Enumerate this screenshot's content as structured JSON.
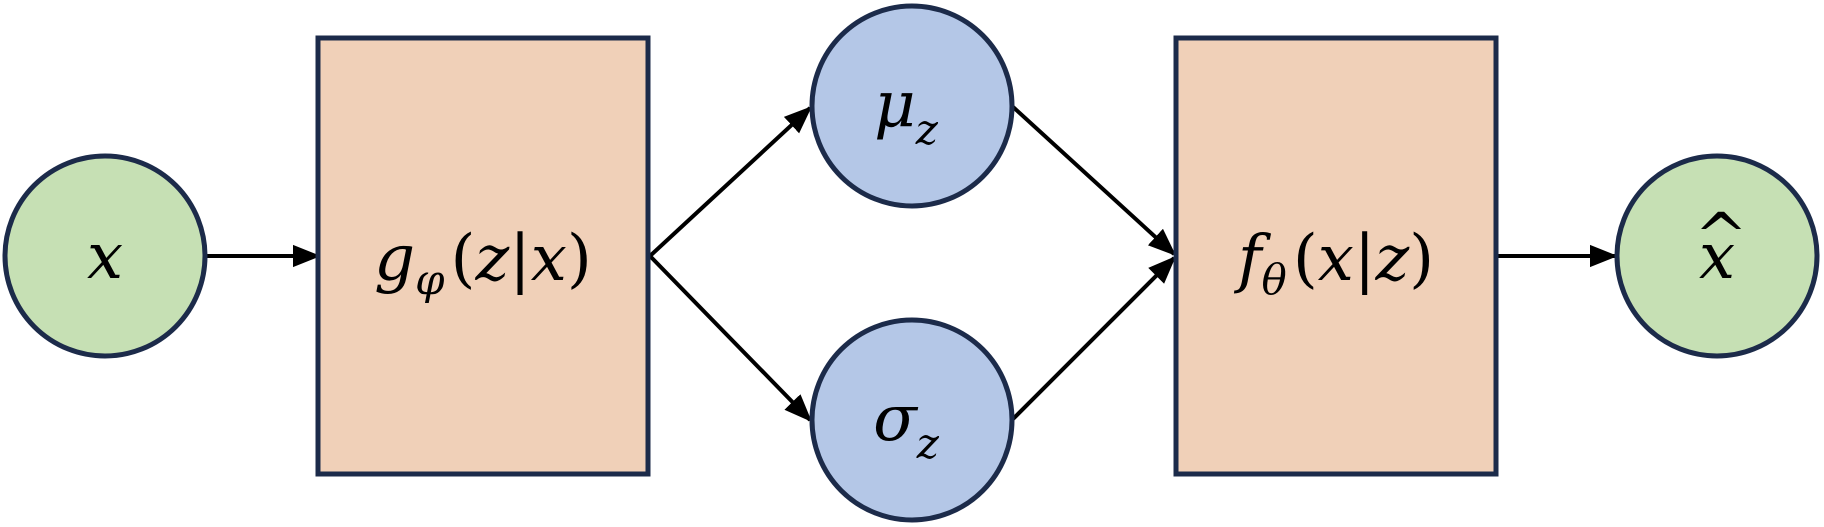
{
  "diagram": {
    "input": {
      "symbol": "x"
    },
    "encoder": {
      "func": "g",
      "param": "φ",
      "open": "(",
      "var": "z",
      "sep": "|",
      "cond": "x",
      "close": ")"
    },
    "mean": {
      "symbol": "μ",
      "sub": "z"
    },
    "std": {
      "symbol": "σ",
      "sub": "z"
    },
    "decoder": {
      "func": "f",
      "param": "θ",
      "open": "(",
      "var": "x",
      "sep": "|",
      "cond": "z",
      "close": ")"
    },
    "output": {
      "symbol": "x",
      "accent": "^"
    }
  }
}
